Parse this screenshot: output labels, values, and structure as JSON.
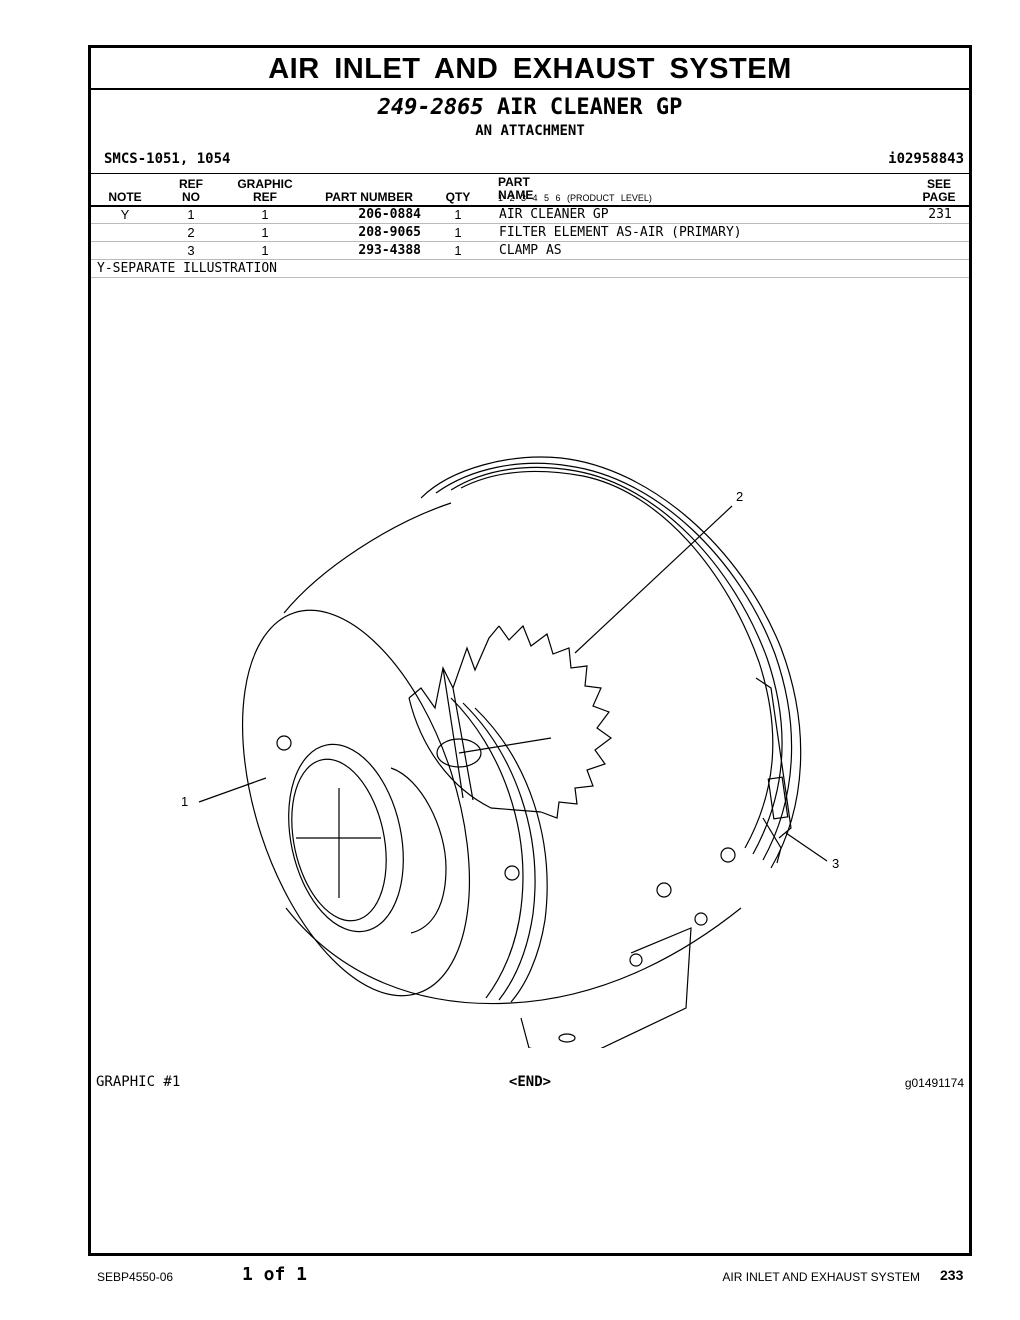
{
  "header": {
    "title": "AIR INLET AND EXHAUST SYSTEM",
    "part_number": "249-2865",
    "part_title": "AIR CLEANER GP",
    "subtitle": "AN ATTACHMENT",
    "smcs": "SMCS-1051, 1054",
    "ident": "i02958843"
  },
  "table": {
    "columns": {
      "note": "NOTE",
      "ref_top": "REF",
      "ref_bottom": "NO",
      "graphic_top": "GRAPHIC",
      "graphic_bottom": "REF",
      "part_number": "PART NUMBER",
      "qty": "QTY",
      "part_name": "PART NAME",
      "levels": "1  2  3  4  5  6  (PRODUCT LEVEL)",
      "see_top": "SEE",
      "see_bottom": "PAGE"
    },
    "rows": [
      {
        "note": "Y",
        "ref": "1",
        "graphic_ref": "1",
        "part_number": "206-0884",
        "qty": "1",
        "name": "AIR CLEANER GP",
        "see_page": "231"
      },
      {
        "note": "",
        "ref": "2",
        "graphic_ref": "1",
        "part_number": "208-9065",
        "qty": "1",
        "name": "FILTER ELEMENT AS-AIR (PRIMARY)",
        "see_page": ""
      },
      {
        "note": "",
        "ref": "3",
        "graphic_ref": "1",
        "part_number": "293-4388",
        "qty": "1",
        "name": "CLAMP AS",
        "see_page": ""
      }
    ],
    "notes": "Y-SEPARATE ILLUSTRATION"
  },
  "illustration": {
    "callouts": [
      "1",
      "2",
      "3"
    ],
    "graphic_label": "GRAPHIC #1",
    "end_marker": "<END>",
    "graphic_id": "g01491174"
  },
  "footer": {
    "doc_id": "SEBP4550-06",
    "page_of": "1 of 1",
    "section": "AIR INLET AND EXHAUST SYSTEM",
    "page": "233"
  }
}
